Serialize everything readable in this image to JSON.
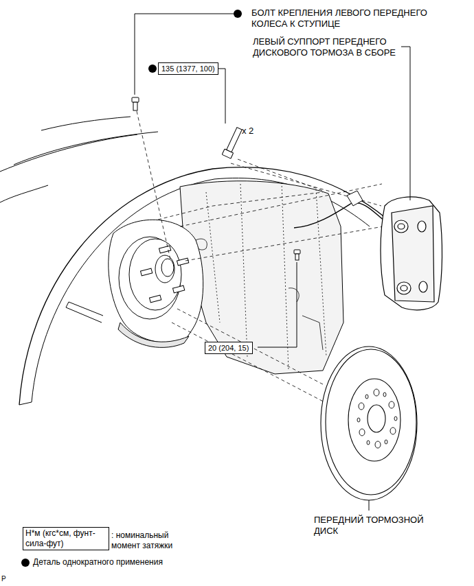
{
  "diagram": {
    "nodes": [
      {
        "text": [
          "135 (1377, 100)"
        ]
      },
      {
        "text": [
          "20 (204, 15)"
        ]
      },
      {
        "text": [
          "Н*м (кгс*см, фунт-сила-фут)"
        ]
      }
    ],
    "labels": [
      "БОЛТ КРЕПЛЕНИЯ ЛЕВОГО ПЕРЕДНЕГО КОЛЕСА К СТУПИЦЕ",
      "ЛЕВЫЙ СУППОРТ ПЕРЕДНЕГО ДИСКОВОГО ТОРМОЗА В СБОРЕ",
      "x 2",
      "ПЕРЕДНИЙ ТОРМОЗНОЙ ДИСК",
      "P"
    ],
    "legend": [
      {
        "text": ": номинальный момент затяжки"
      },
      {
        "text": "Деталь однократного применения"
      }
    ]
  }
}
